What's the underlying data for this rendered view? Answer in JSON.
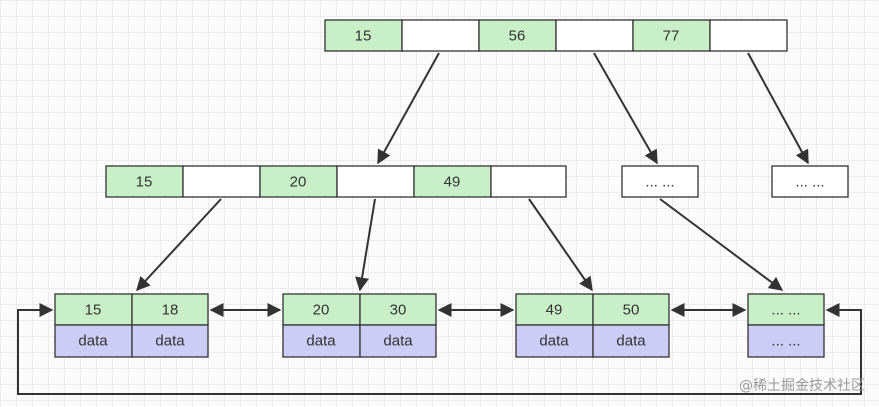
{
  "diagram": {
    "root": {
      "cells": [
        "15",
        "",
        "56",
        "",
        "77",
        ""
      ]
    },
    "level2": {
      "main": {
        "cells": [
          "15",
          "",
          "20",
          "",
          "49",
          ""
        ]
      },
      "placeholder_a": "... ...",
      "placeholder_b": "... ..."
    },
    "leaves": [
      {
        "keys": [
          "15",
          "18"
        ],
        "data": [
          "data",
          "data"
        ]
      },
      {
        "keys": [
          "20",
          "30"
        ],
        "data": [
          "data",
          "data"
        ]
      },
      {
        "keys": [
          "49",
          "50"
        ],
        "data": [
          "data",
          "data"
        ]
      },
      {
        "keys": [
          "... ..."
        ],
        "data": [
          "... ..."
        ]
      }
    ]
  },
  "colors": {
    "key_fill": "#c9efc9",
    "data_fill": "#ccccf6",
    "line": "#333333"
  },
  "watermark": "@稀土掘金技术社区"
}
